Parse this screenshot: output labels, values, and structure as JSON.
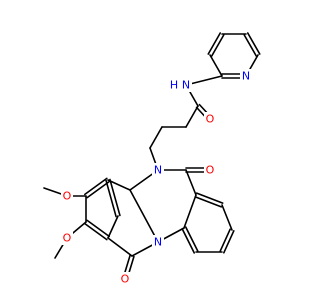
{
  "molecule": {
    "colors": {
      "bond": "#000000",
      "O": "#ff0000",
      "N": "#0000ff",
      "C": "#000000"
    },
    "atoms": [
      {
        "id": "N_py",
        "label": "N",
        "element": "N"
      },
      {
        "id": "N_amide",
        "label": "N",
        "element": "N"
      },
      {
        "id": "H_amide",
        "label": "H",
        "element": "N"
      },
      {
        "id": "O_amide",
        "label": "O",
        "element": "O"
      },
      {
        "id": "N_q",
        "label": "N",
        "element": "N"
      },
      {
        "id": "O_q",
        "label": "O",
        "element": "O"
      },
      {
        "id": "O_ome1",
        "label": "O",
        "element": "O"
      },
      {
        "id": "O_ome2",
        "label": "O",
        "element": "O"
      },
      {
        "id": "O_ket",
        "label": "O",
        "element": "O"
      },
      {
        "id": "N_f",
        "label": "N",
        "element": "N"
      }
    ]
  }
}
